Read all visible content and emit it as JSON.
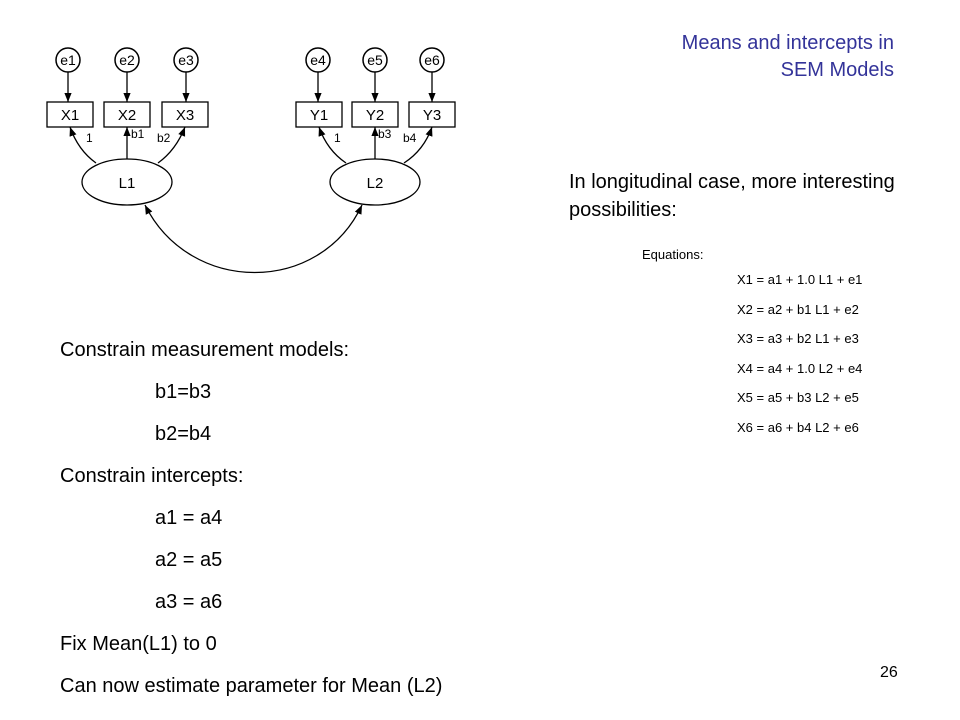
{
  "slide": {
    "title_lines": [
      "Means and intercepts in",
      "SEM Models"
    ],
    "intro_text": "In longitudinal case, more interesting possibilities:",
    "equations_heading": "Equations:",
    "equations": [
      "X1 = a1 + 1.0 L1 + e1",
      "X2 = a2 + b1 L1 + e2",
      "X3 = a3 + b2 L1 + e3",
      "X4 = a4 + 1.0 L2 + e4",
      "X5 = a5 + b3 L2 + e5",
      "X6 = a6 + b4 L2 + e6"
    ],
    "constraints": [
      {
        "text": "Constrain measurement models:",
        "indent": false
      },
      {
        "text": "b1=b3",
        "indent": true
      },
      {
        "text": "b2=b4",
        "indent": true
      },
      {
        "text": "Constrain intercepts:",
        "indent": false
      },
      {
        "text": "a1 = a4",
        "indent": true
      },
      {
        "text": "a2 = a5",
        "indent": true
      },
      {
        "text": "a3 = a6",
        "indent": true
      },
      {
        "text": "Fix Mean(L1) to 0",
        "indent": false
      },
      {
        "text": "Can now estimate parameter for Mean (L2)",
        "indent": false
      }
    ],
    "page_number": "26",
    "title_color": "#333399"
  },
  "diagram": {
    "errors": [
      "e1",
      "e2",
      "e3",
      "e4",
      "e5",
      "e6"
    ],
    "indicators": [
      "X1",
      "X2",
      "X3",
      "Y1",
      "Y2",
      "Y3"
    ],
    "latents": [
      "L1",
      "L2"
    ],
    "loadings": [
      "1",
      "b1",
      "b2",
      "1",
      "b3",
      "b4"
    ]
  }
}
